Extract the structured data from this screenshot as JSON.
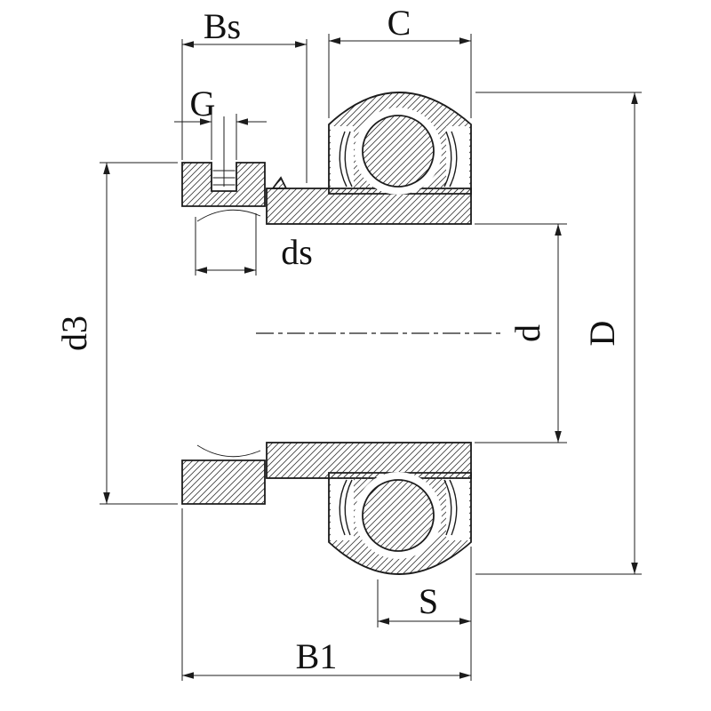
{
  "drawing": {
    "type": "bearing-cross-section-dimension-diagram",
    "line_color": "#1c1c1c",
    "background_color": "#ffffff",
    "labels": {
      "bs": "Bs",
      "c": "C",
      "g": "G",
      "ds": "ds",
      "d3": "d3",
      "d": "d",
      "D": "D",
      "s": "S",
      "b1": "B1"
    }
  }
}
